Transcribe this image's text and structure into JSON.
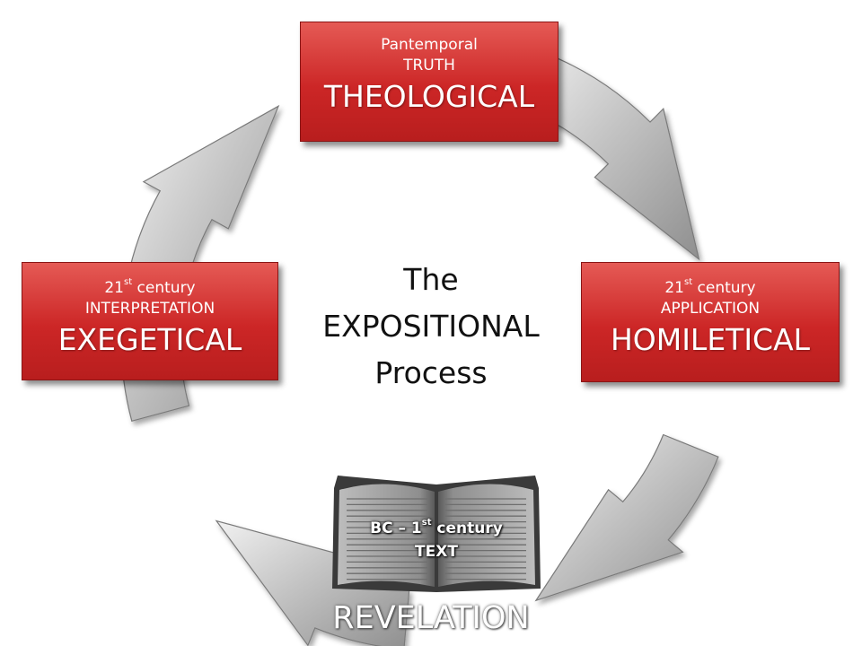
{
  "diagram": {
    "center": {
      "line1": "The",
      "line2": "EXPOSITIONAL",
      "line3": "Process"
    },
    "stages": {
      "theological": {
        "line1": "Pantemporal",
        "line2": "TRUTH",
        "title": "THEOLOGICAL"
      },
      "exegetical": {
        "ordinal_number": "21",
        "ordinal_suffix": "st",
        "ordinal_rest": " century",
        "line2": "INTERPRETATION",
        "title": "EXEGETICAL"
      },
      "homiletical": {
        "ordinal_number": "21",
        "ordinal_suffix": "st",
        "ordinal_rest": " century",
        "line2": "APPLICATION",
        "title": "HOMILETICAL"
      },
      "revelation": {
        "prefix": "BC – 1",
        "suffix": "st",
        "rest": " century",
        "line2": "TEXT",
        "title": "REVELATION"
      }
    },
    "colors": {
      "box_red": "#cc2626",
      "arrow_gray": "#b9b9b9",
      "text_white": "#ffffff"
    }
  }
}
